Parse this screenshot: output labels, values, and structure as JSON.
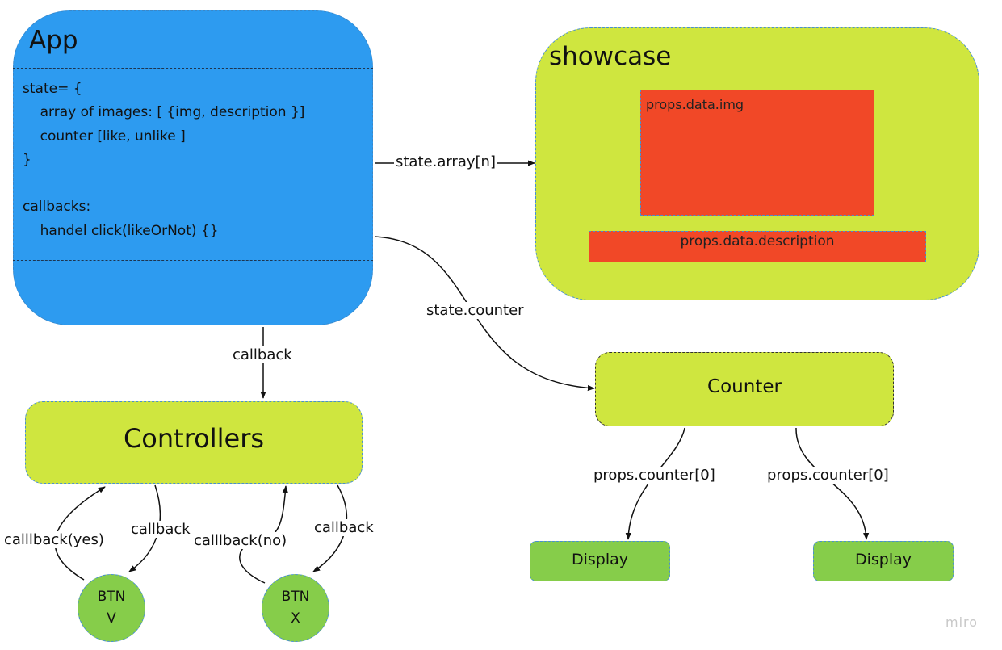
{
  "app": {
    "title": "App",
    "body": "state= {\n    array of images: [ {img, description }]\n    counter [like, unlike ]\n}\n\ncallbacks:\n    handel click(likeOrNot) {}",
    "color": "#2d9bf0"
  },
  "showcase": {
    "title": "showcase",
    "image_label": "props.data.img",
    "description_label": "props.data.description",
    "color": "#cfe63f",
    "inner_color": "#f14827"
  },
  "controllers": {
    "label": "Controllers",
    "color": "#cfe63f"
  },
  "counter": {
    "label": "Counter"
  },
  "displays": [
    {
      "label": "Display"
    },
    {
      "label": "Display"
    }
  ],
  "buttons": [
    {
      "line1": "BTN",
      "line2": "V"
    },
    {
      "line1": "BTN",
      "line2": "X"
    }
  ],
  "edge_labels": {
    "state_array": "state.array[n]",
    "state_counter": "state.counter",
    "callback_main": "callback",
    "callback_yes": "calllback(yes)",
    "callback_1": "callback",
    "callback_no": "calllback(no)",
    "callback_2": "callback",
    "props_counter_1": "props.counter[0]",
    "props_counter_2": "props.counter[0]"
  },
  "watermark": "miro"
}
